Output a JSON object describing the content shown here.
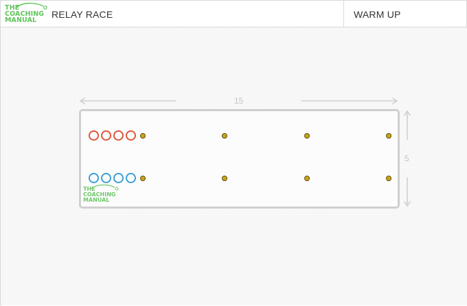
{
  "header": {
    "logo": {
      "line1": "THE",
      "line2": "COACHING",
      "line3": "MANUAL"
    },
    "title": "RELAY RACE",
    "category": "WARM UP"
  },
  "diagram": {
    "length_label": "15",
    "width_label": "5",
    "watermark": {
      "line1": "THE",
      "line2": "COACHING",
      "line3": "MANUAL"
    },
    "teams": [
      {
        "name": "red-team",
        "color": "#e0553a",
        "players": 4
      },
      {
        "name": "blue-team",
        "color": "#3b9fd6",
        "players": 4
      }
    ],
    "cones_per_lane": 4,
    "colors": {
      "cone": "#c9a51a",
      "field_border": "#cfcfcf",
      "arrow": "#d0d0d0",
      "logo": "#5fc45a"
    }
  }
}
